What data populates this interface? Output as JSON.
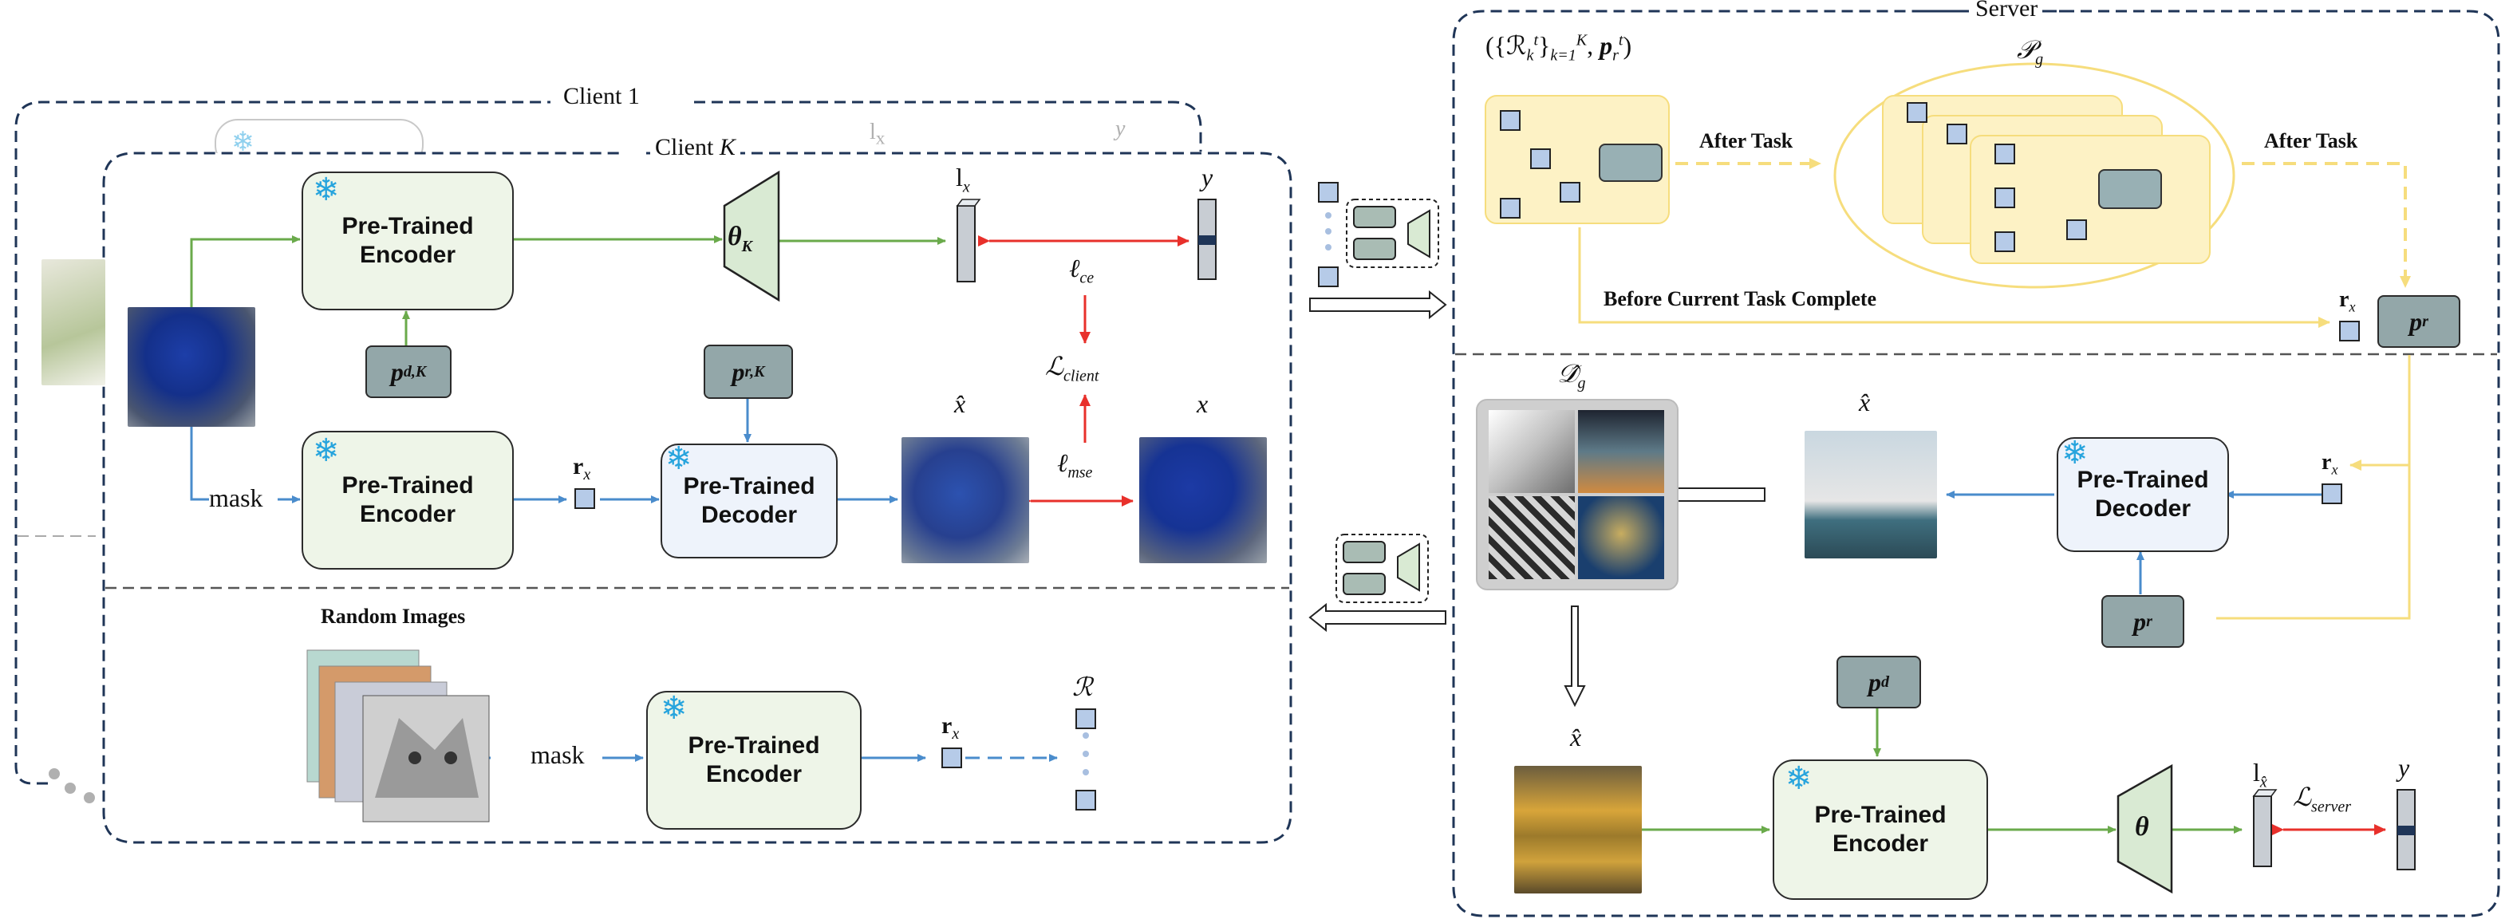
{
  "client_title": "Client  1",
  "client_k_title": "Client K",
  "server_title": "Server",
  "encoder_label": "Pre-Trained\nEncoder",
  "decoder_label": "Pre-Trained\nDecoder",
  "mask": "mask",
  "random_images": "Random Images",
  "after_task": "After Task",
  "before_complete": "Before Current Task Complete",
  "sym": {
    "theta_k": "θK",
    "theta": "θ",
    "p_dk": "pd,K",
    "p_rk": "pr,K",
    "p_r": "pr",
    "p_d": "pd",
    "r_x": "rx",
    "l_x": "lx",
    "l_xhat": "lx̂",
    "y": "y",
    "x": "x",
    "x_hat": "x̂",
    "l_ce": "ℓce",
    "l_mse": "ℓmse",
    "L_client": "ℒclient",
    "L_server": "ℒserver",
    "R": "ℛ",
    "P_g": "𝒫g",
    "D_g": "𝒟̂g",
    "server_tuple": "({ℛkt}k=1K, prt)"
  },
  "colors": {
    "green": "#6aaa4b",
    "blue": "#4a8ccc",
    "red": "#e8302b",
    "yellow": "#f6dd7d",
    "yellow_fill": "#fdf2c5",
    "navy": "#1f3557",
    "param": "#93a7a9",
    "snowflake": "#27a4dd"
  },
  "icons": [
    "snowflake-icon",
    "square-token-icon",
    "model-icon",
    "arrow-right-icon",
    "arrow-left-icon"
  ]
}
